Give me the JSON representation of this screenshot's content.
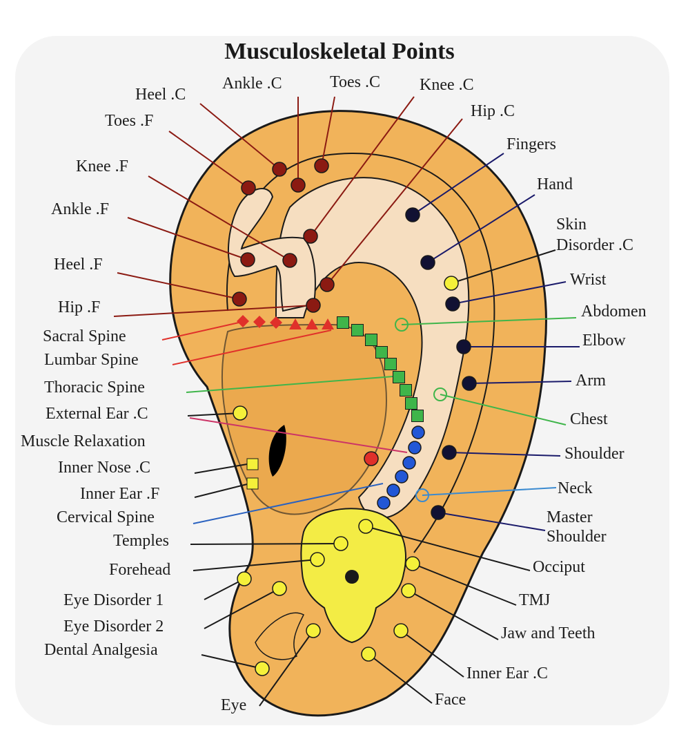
{
  "title": "Musculoskeletal Points",
  "colors": {
    "ear_outer": "#f1b35a",
    "ear_shade": "#e8a347",
    "inner_shape": "#f6dec0",
    "skull": "#f3ec45",
    "dark_red_point": "#8b1a12",
    "red": "#e0302a",
    "green": "#3fb54a",
    "blue": "#2257d6",
    "black_point": "#111133",
    "yellow_point": "#f5f03a"
  },
  "labels": {
    "heel_c": "Heel .C",
    "ankle_c": "Ankle .C",
    "toes_c": "Toes .C",
    "knee_c": "Knee .C",
    "hip_c": "Hip .C",
    "fingers": "Fingers",
    "hand": "Hand",
    "skin_disorder_c_1": "Skin",
    "skin_disorder_c_2": "Disorder .C",
    "wrist": "Wrist",
    "abdomen": "Abdomen",
    "elbow": "Elbow",
    "arm": "Arm",
    "chest": "Chest",
    "shoulder": "Shoulder",
    "neck": "Neck",
    "master_shoulder_1": "Master",
    "master_shoulder_2": "Shoulder",
    "occiput": "Occiput",
    "tmj": "TMJ",
    "jaw_and_teeth": "Jaw and Teeth",
    "inner_ear_c": "Inner Ear .C",
    "face": "Face",
    "eye": "Eye",
    "toes_f": "Toes .F",
    "knee_f": "Knee .F",
    "ankle_f": "Ankle .F",
    "heel_f": "Heel .F",
    "hip_f": "Hip .F",
    "sacral_spine": "Sacral Spine",
    "lumbar_spine": "Lumbar Spine",
    "thoracic_spine": "Thoracic Spine",
    "external_ear_c": "External Ear .C",
    "muscle_relaxation": "Muscle Relaxation",
    "inner_nose_c": "Inner Nose .C",
    "inner_ear_f": "Inner Ear .F",
    "cervical_spine": "Cervical Spine",
    "temples": "Temples",
    "forehead": "Forehead",
    "eye_disorder_1": "Eye Disorder 1",
    "eye_disorder_2": "Eye Disorder 2",
    "dental_analgesia": "Dental Analgesia"
  }
}
